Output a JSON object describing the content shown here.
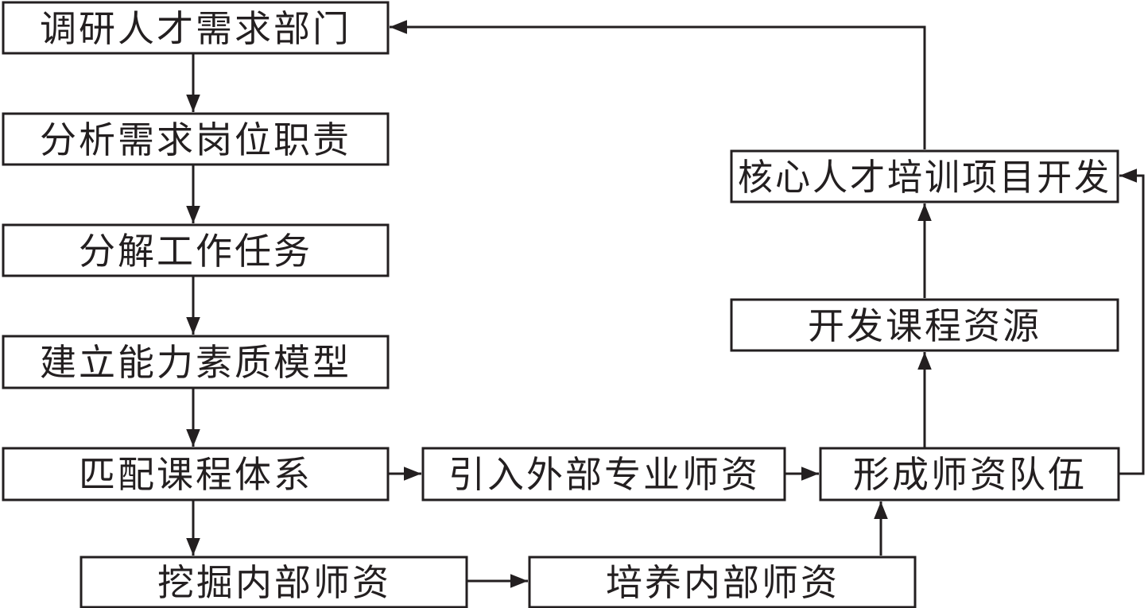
{
  "nodes": {
    "n1": "调研人才需求部门",
    "n2": "分析需求岗位职责",
    "n3": "分解工作任务",
    "n4": "建立能力素质模型",
    "n5": "匹配课程体系",
    "n6": "引入外部专业师资",
    "n7": "形成师资队伍",
    "n8": "挖掘内部师资",
    "n9": "培养内部师资",
    "n10": "开发课程资源",
    "n11": "核心人才培训项目开发"
  },
  "edges": [
    {
      "from": "n1",
      "to": "n2"
    },
    {
      "from": "n2",
      "to": "n3"
    },
    {
      "from": "n3",
      "to": "n4"
    },
    {
      "from": "n4",
      "to": "n5"
    },
    {
      "from": "n5",
      "to": "n6"
    },
    {
      "from": "n6",
      "to": "n7"
    },
    {
      "from": "n5",
      "to": "n8"
    },
    {
      "from": "n8",
      "to": "n9"
    },
    {
      "from": "n9",
      "to": "n7"
    },
    {
      "from": "n7",
      "to": "n10"
    },
    {
      "from": "n10",
      "to": "n11"
    },
    {
      "from": "n7",
      "to": "n11"
    },
    {
      "from": "n11",
      "to": "n1"
    }
  ],
  "colors": {
    "line": "#231f20",
    "fill": "#ffffff"
  }
}
